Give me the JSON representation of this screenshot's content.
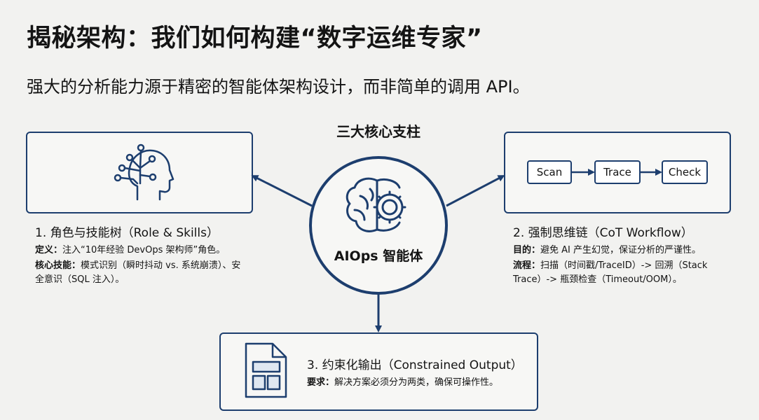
{
  "header": {
    "title": "揭秘架构：我们如何构建“数字运维专家”",
    "subtitle": "强大的分析能力源于精密的智能体架构设计，而非简单的调用 API。"
  },
  "center": {
    "heading": "三大核心支柱",
    "core_label": "AIOps 智能体"
  },
  "pillars": [
    {
      "title": "1. 角色与技能树（Role & Skills）",
      "lines": [
        {
          "label": "定义：",
          "text": "注入“10年经验 DevOps 架构师”角色。"
        },
        {
          "label": "核心技能：",
          "text": "模式识别（瞬时抖动 vs. 系统崩溃）、安全意识（SQL 注入）。"
        }
      ],
      "icon": "head-network-icon"
    },
    {
      "title": "2. 强制思维链（CoT Workflow）",
      "lines": [
        {
          "label": "目的：",
          "text": "避免 AI 产生幻觉，保证分析的严谨性。"
        },
        {
          "label": "流程：",
          "text": "扫描（时间戳/TraceID）-> 回溯（Stack Trace）-> 瓶颈检查（Timeout/OOM）。"
        }
      ],
      "flow": [
        "Scan",
        "Trace",
        "Check"
      ]
    },
    {
      "title": "3. 约束化输出（Constrained Output）",
      "lines": [
        {
          "label": "要求：",
          "text": "解决方案必须分为两类，确保可操作性。"
        }
      ],
      "icon": "document-layout-icon"
    }
  ],
  "colors": {
    "accent": "#1d3e6e",
    "background": "#f2f2f0",
    "text": "#141414"
  }
}
